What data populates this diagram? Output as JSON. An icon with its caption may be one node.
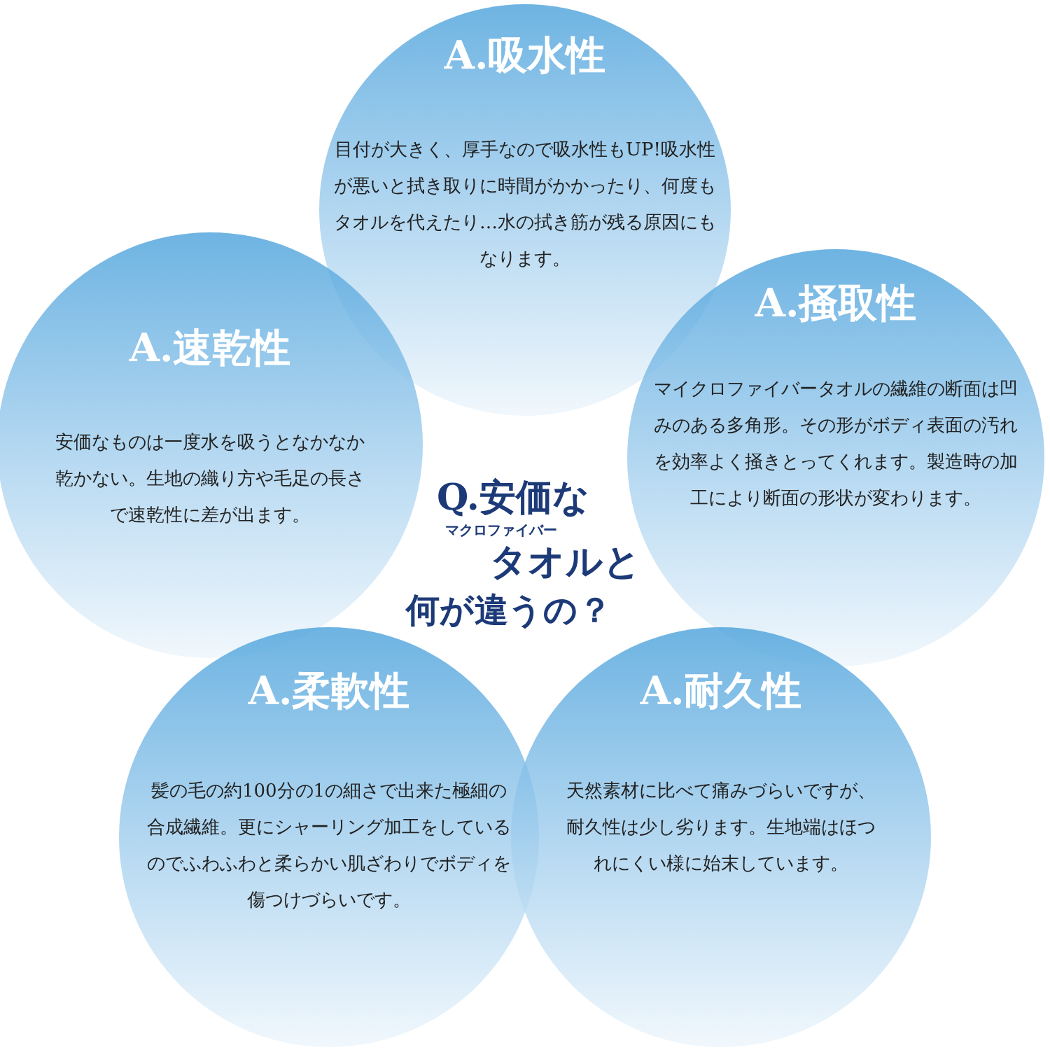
{
  "diagram": {
    "nodes": [
      {
        "text": [
          "A.吸水性",
          "目付が大きく、厚手なので吸水性もUP!吸水性が悪いと拭き取りに時間がかかったり、何度もタオルを代えたり…水の拭き筋が残る原因にもなります。"
        ]
      },
      {
        "text": [
          "A.速乾性",
          "安価なものは一度水を吸うとなかなか乾かない。生地の織り方や毛足の長さで速乾性に差が出ます。"
        ]
      },
      {
        "text": [
          "A.掻取性",
          "マイクロファイバータオルの繊維の断面は凹みのある多角形。その形がボディ表面の汚れを効率よく掻きとってくれます。製造時の加工により断面の形状が変わります。"
        ]
      },
      {
        "text": [
          "A.柔軟性",
          "髪の毛の約100分の1の細さで出来た極細の合成繊維。更にシャーリング加工をしているのでふわふわと柔らかい肌ざわりでボディを傷つけづらいです。"
        ]
      },
      {
        "text": [
          "A.耐久性",
          "天然素材に比べて痛みづらいですが、耐久性は少し劣ります。生地端はほつれにくい様に始末しています。"
        ]
      }
    ],
    "labels": [
      "Q.安価な",
      "マクロファイバー",
      "タオルと",
      "何が違うの？"
    ]
  }
}
